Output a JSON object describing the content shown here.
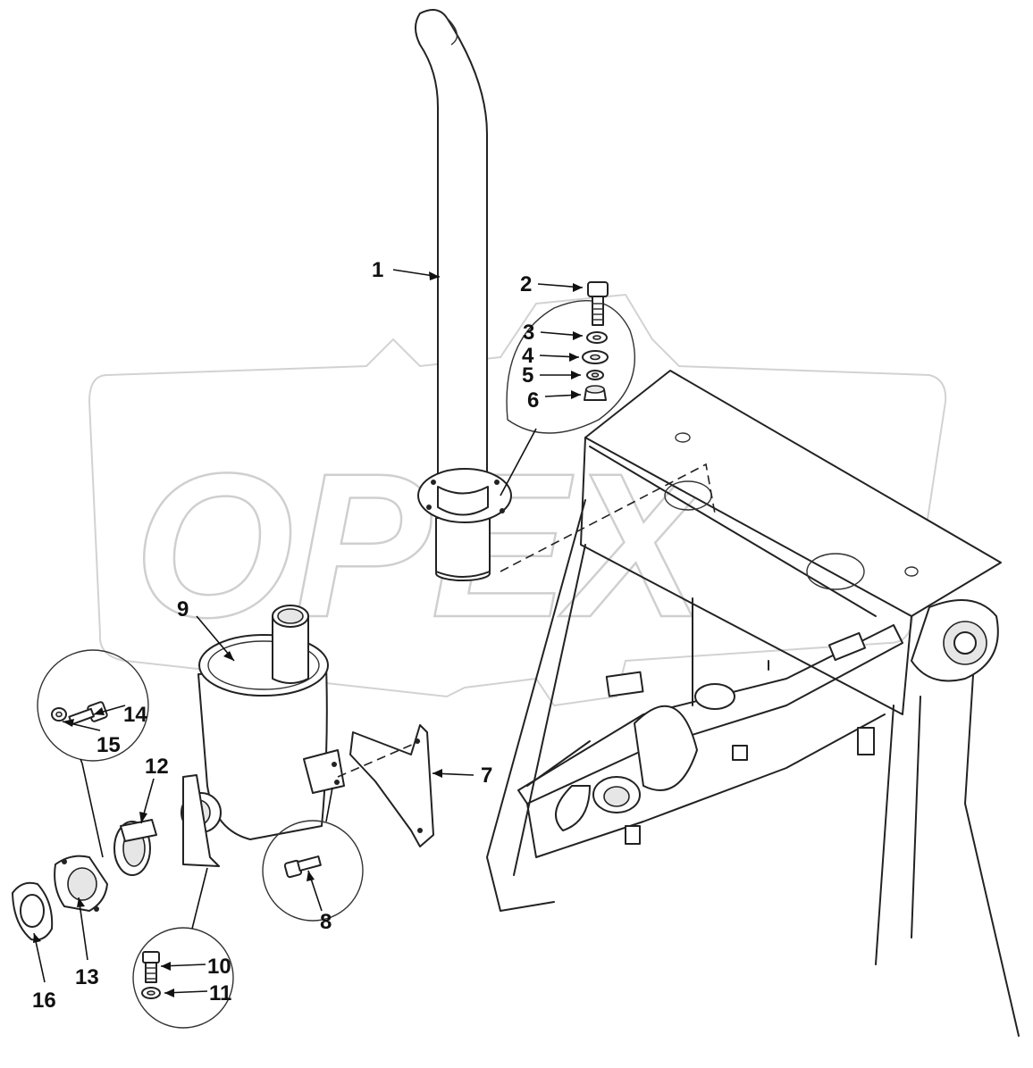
{
  "watermark": {
    "text": "OPEX"
  },
  "callouts": [
    {
      "id": "1",
      "label": "1"
    },
    {
      "id": "2",
      "label": "2"
    },
    {
      "id": "3",
      "label": "3"
    },
    {
      "id": "4",
      "label": "4"
    },
    {
      "id": "5",
      "label": "5"
    },
    {
      "id": "6",
      "label": "6"
    },
    {
      "id": "7",
      "label": "7"
    },
    {
      "id": "8",
      "label": "8"
    },
    {
      "id": "9",
      "label": "9"
    },
    {
      "id": "10",
      "label": "10"
    },
    {
      "id": "11",
      "label": "11"
    },
    {
      "id": "12",
      "label": "12"
    },
    {
      "id": "13",
      "label": "13"
    },
    {
      "id": "14",
      "label": "14"
    },
    {
      "id": "15",
      "label": "15"
    },
    {
      "id": "16",
      "label": "16"
    }
  ]
}
